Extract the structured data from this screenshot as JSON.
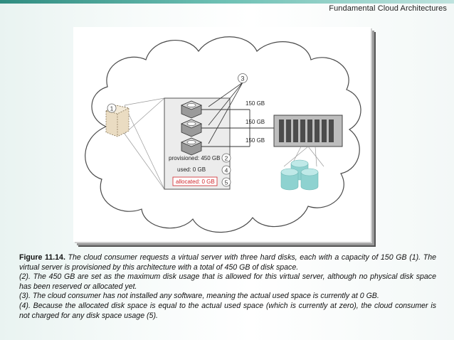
{
  "header": {
    "title": "Fundamental Cloud Architectures"
  },
  "diagram": {
    "callouts": {
      "disks": "3",
      "provisioned": "2",
      "used": "4",
      "allocated": "5",
      "consumer": "1"
    },
    "disk_sizes": [
      "150 GB",
      "150 GB",
      "150 GB"
    ],
    "status": {
      "provisioned": "provisioned: 450 GB",
      "used": "used: 0 GB",
      "allocated": "allocated: 0 GB"
    },
    "colors": {
      "allocated_text": "#d0262b",
      "cylinder_top": "#bfe9e8",
      "cylinder_body": "#8ed2d0"
    }
  },
  "caption": {
    "lead": "Figure 11.14.",
    "line1": "The cloud consumer requests a virtual server with three hard disks, each with a capacity of 150 GB (1). The virtual server is provisioned by this architecture with a total of 450 GB of disk space.",
    "line2": "(2). The 450 GB are set as the maximum disk usage that is allowed for this virtual server, although no physical disk space has been reserved or allocated yet.",
    "line3": "(3). The cloud consumer has not installed any software, meaning the actual used space is currently at 0 GB.",
    "line4": "(4). Because the allocated disk space is equal to the actual used space (which is currently at zero), the cloud consumer is not charged for any disk space usage (5)."
  }
}
